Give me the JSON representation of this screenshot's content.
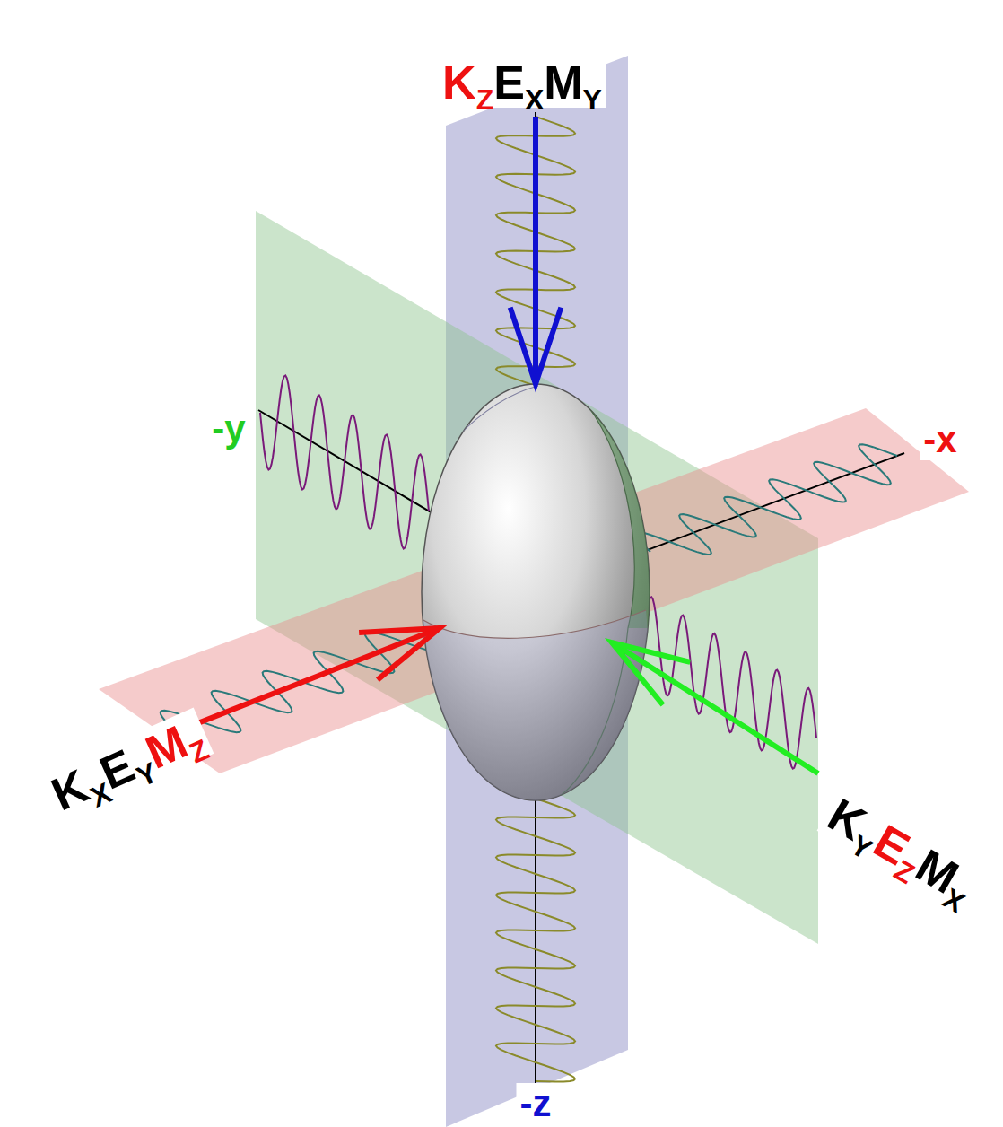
{
  "diagram": {
    "labels": [
      "KZEXMY",
      "-y",
      "-x",
      "KXEYMZ",
      "KYEZMX",
      "-z"
    ]
  }
}
